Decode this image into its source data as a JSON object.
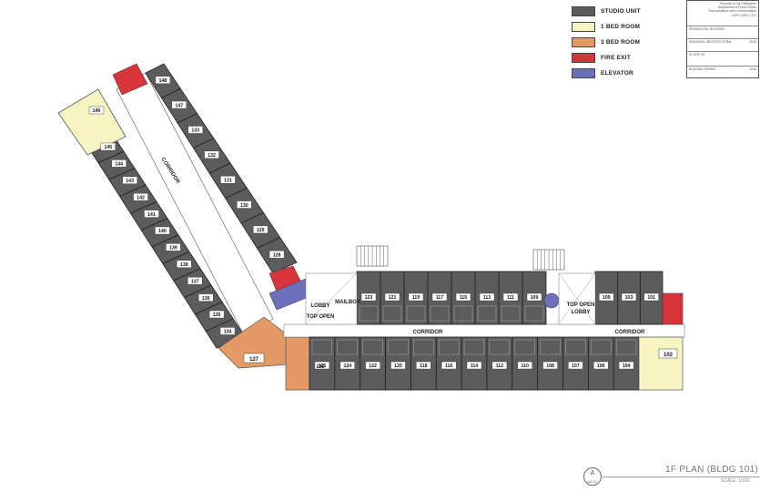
{
  "colors": {
    "studio": "#5c5c5c",
    "one_bed": "#f7f4c4",
    "three_bed": "#e39a66",
    "fire_exit": "#d8343b",
    "elevator": "#6c70b8",
    "corridor": "#ffffff",
    "wall": "#2a2a2a"
  },
  "legend": [
    {
      "label": "STUDIO UNIT",
      "color": "#5c5c5c"
    },
    {
      "label": "1 BED ROOM",
      "color": "#f7f4c4"
    },
    {
      "label": "3 BED ROOM",
      "color": "#e39a66"
    },
    {
      "label": "FIRE EXIT",
      "color": "#d8343b"
    },
    {
      "label": "ELEVATOR",
      "color": "#6c70b8"
    }
  ],
  "title_block": {
    "agency_lines": [
      "Republic of the Philippines",
      "Department of Public Works",
      "Transportation and Communication",
      "LAPU LAPU CITY"
    ],
    "project": "RESIDENTIAL BUILDING",
    "row_2_label": "MUNICIPAL ARCHITECTURAL",
    "row_2_code": "2019",
    "row_3_label": "SCOPE OF",
    "row_4_label": "BUILDING PERMIT",
    "row_4_code": "2018"
  },
  "plan": {
    "title": "1F PLAN (BLDG 101)",
    "scale": "SCALE: 1/200",
    "north_letter": "A",
    "north_sub": "A0-01"
  },
  "labels": {
    "corridor": "CORRIDOR",
    "lobby": "LOBBY",
    "mailbox": "MAILBOX",
    "top_open": "TOP OPEN"
  },
  "units": {
    "upper_row": [
      "123",
      "121",
      "119",
      "117",
      "115",
      "113",
      "111",
      "109"
    ],
    "upper_row_east": [
      "105",
      "103",
      "101"
    ],
    "lower_row": [
      "125",
      "124",
      "122",
      "120",
      "118",
      "116",
      "114",
      "112",
      "110",
      "108",
      "107",
      "106",
      "104"
    ],
    "east_one_bed": "102",
    "west_three_bed": [
      "126",
      "127"
    ],
    "wing_one_bed": "146",
    "wing_outer": [
      "145",
      "144",
      "143",
      "142",
      "141",
      "140",
      "139",
      "138",
      "137",
      "136",
      "135",
      "134"
    ],
    "wing_inner": [
      "148",
      "147",
      "133",
      "132",
      "131",
      "130",
      "129",
      "128"
    ]
  }
}
